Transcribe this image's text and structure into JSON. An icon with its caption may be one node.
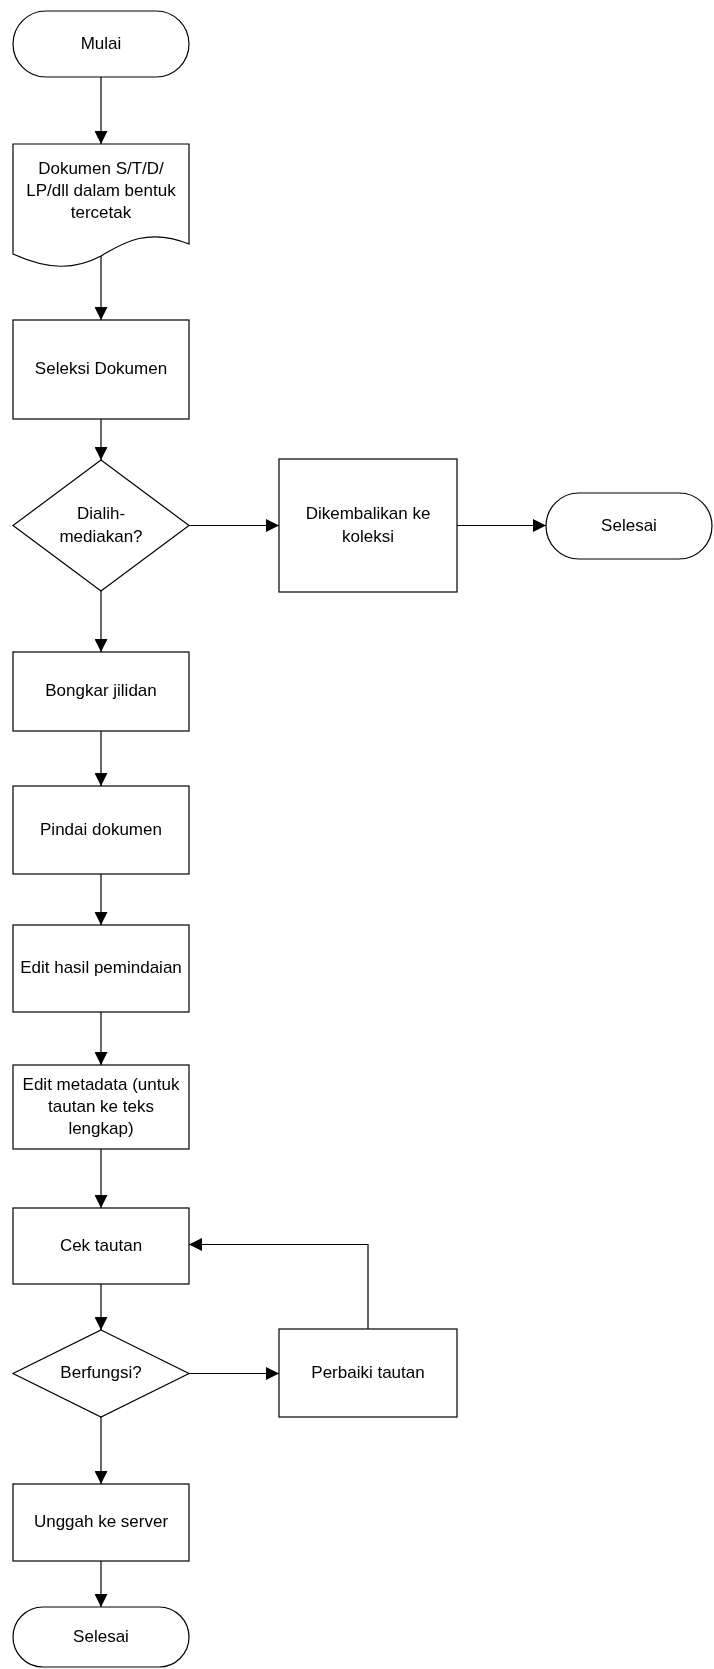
{
  "diagram": {
    "nodes": [
      {
        "text": [
          "Mulai"
        ]
      },
      {
        "text": [
          "Dokumen S/T/D/ LP/dll dalam bentuk tercetak"
        ]
      },
      {
        "text": [
          "Seleksi Dokumen"
        ]
      },
      {
        "text": [
          "Dialih- mediakan?"
        ]
      },
      {
        "text": [
          "Dikembalikan ke koleksi"
        ]
      },
      {
        "text": [
          "Selesai"
        ]
      },
      {
        "text": [
          "Bongkar jilidan"
        ]
      },
      {
        "text": [
          "Pindai dokumen"
        ]
      },
      {
        "text": [
          "Edit hasil pemindaian"
        ]
      },
      {
        "text": [
          "Edit metadata (untuk tautan ke teks lengkap)"
        ]
      },
      {
        "text": [
          "Cek tautan"
        ]
      },
      {
        "text": [
          "Berfungsi?"
        ]
      },
      {
        "text": [
          "Perbaiki tautan"
        ]
      },
      {
        "text": [
          "Unggah ke server"
        ]
      },
      {
        "text": [
          "Selesai"
        ]
      }
    ],
    "edges": [
      {
        "from": 0,
        "to": 1,
        "arrow": "to"
      },
      {
        "from": 1,
        "to": 2,
        "arrow": "to"
      },
      {
        "from": 2,
        "to": 3,
        "arrow": "to"
      },
      {
        "from": 3,
        "to": 4,
        "arrow": "to"
      },
      {
        "from": 4,
        "to": 5,
        "arrow": "to"
      },
      {
        "from": 3,
        "to": 6,
        "arrow": "to"
      },
      {
        "from": 6,
        "to": 7,
        "arrow": "to"
      },
      {
        "from": 7,
        "to": 8,
        "arrow": "to"
      },
      {
        "from": 8,
        "to": 9,
        "arrow": "to"
      },
      {
        "from": 9,
        "to": 10,
        "arrow": "to"
      },
      {
        "from": 10,
        "to": 11,
        "arrow": "to"
      },
      {
        "from": 11,
        "to": 12,
        "arrow": "to"
      },
      {
        "from": 12,
        "to": 10,
        "arrow": "to"
      },
      {
        "from": 11,
        "to": 13,
        "arrow": "to"
      },
      {
        "from": 13,
        "to": 14,
        "arrow": "to"
      }
    ]
  }
}
